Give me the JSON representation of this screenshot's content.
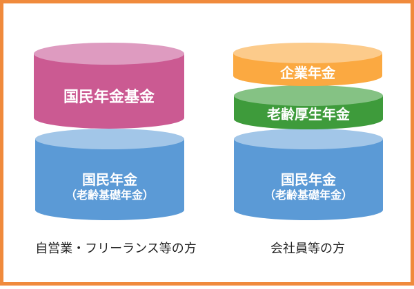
{
  "frame": {
    "border_color": "#F08A3C"
  },
  "left_column": {
    "caption": "自営業・フリーランス等の方",
    "layers": [
      {
        "id": "kokumin-nenkin-kikin",
        "label": "国民年金基金",
        "side_color": "#CB5A92",
        "top_color": "#DE9BC0"
      },
      {
        "id": "kokumin-nenkin",
        "label": "国民年金",
        "sublabel": "（老齢基礎年金）",
        "side_color": "#5B9AD6",
        "top_color": "#A2C6E8"
      }
    ]
  },
  "right_column": {
    "caption": "会社員等の方",
    "layers": [
      {
        "id": "kigyo-nenkin",
        "label": "企業年金",
        "side_color": "#FBA941",
        "top_color": "#FCCB8B"
      },
      {
        "id": "rorei-kosei-nenkin",
        "label": "老齢厚生年金",
        "side_color": "#3E9B3B",
        "top_color": "#85C284"
      },
      {
        "id": "kokumin-nenkin",
        "label": "国民年金",
        "sublabel": "（老齢基礎年金）",
        "side_color": "#5B9AD6",
        "top_color": "#A2C6E8"
      }
    ]
  }
}
